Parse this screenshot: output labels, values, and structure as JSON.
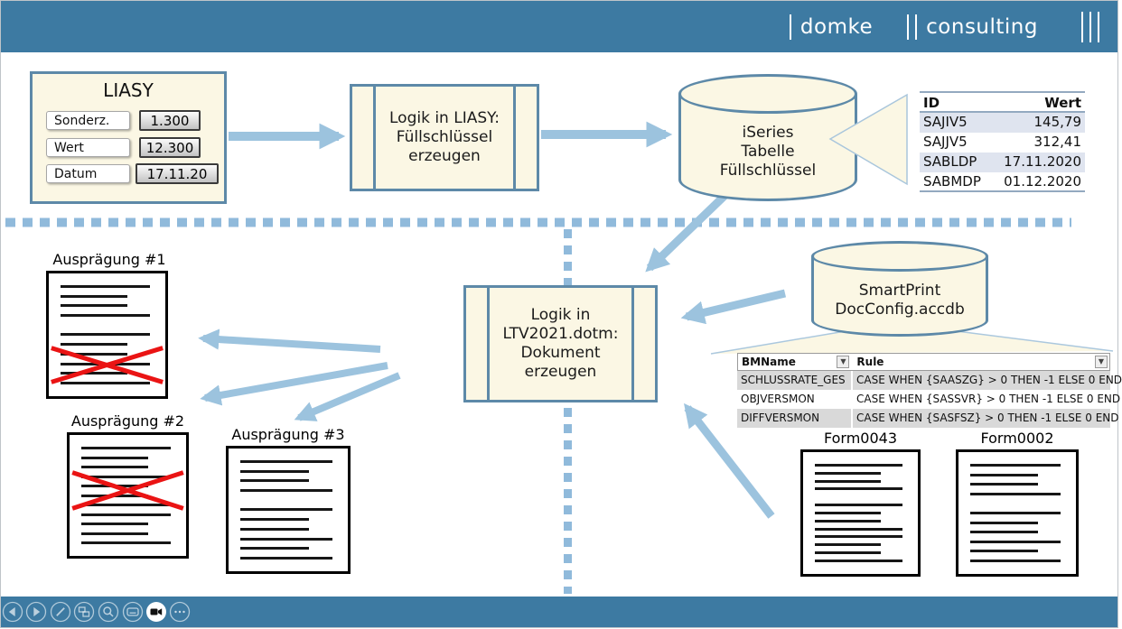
{
  "header": {
    "brand_word_1": "domke",
    "brand_word_2": "consulting"
  },
  "diagram": {
    "liasy": {
      "title": "LIASY",
      "fields": [
        {
          "label": "Sonderz.",
          "value": "1.300"
        },
        {
          "label": "Wert",
          "value": "12.300"
        },
        {
          "label": "Datum",
          "value": "17.11.20"
        }
      ]
    },
    "process_liasy": {
      "lines": [
        "Logik in LIASY:",
        "Füllschlüssel",
        "erzeugen"
      ]
    },
    "iseries_db": {
      "lines": [
        "iSeries",
        "Tabelle",
        "Füllschlüssel"
      ]
    },
    "fuellschluessel_table": {
      "columns": [
        "ID",
        "Wert"
      ],
      "rows": [
        [
          "SAJIV5",
          "145,79"
        ],
        [
          "SAJJV5",
          "312,41"
        ],
        [
          "SABLDP",
          "17.11.2020"
        ],
        [
          "SABMDP",
          "01.12.2020"
        ]
      ]
    },
    "process_ltv": {
      "lines": [
        "Logik in",
        "LTV2021.dotm:",
        "Dokument",
        "erzeugen"
      ]
    },
    "smartprint_db": {
      "lines": [
        "SmartPrint",
        "DocConfig.accdb"
      ]
    },
    "rules_table": {
      "columns": [
        "BMName",
        "Rule"
      ],
      "rows": [
        [
          "SCHLUSSRATE_GES",
          "CASE WHEN {SAASZG} > 0 THEN -1 ELSE 0 END"
        ],
        [
          "OBJVERSMON",
          "CASE WHEN {SASSVR} > 0 THEN -1 ELSE 0 END"
        ],
        [
          "DIFFVERSMON",
          "CASE WHEN {SASFSZ} > 0 THEN -1 ELSE 0 END"
        ]
      ]
    },
    "documents": [
      {
        "label": "Ausprägung #1",
        "line_widths": [
          96,
          72,
          72,
          96,
          0,
          96,
          72,
          72,
          96,
          72,
          96
        ],
        "cross": {
          "top_pct": 61,
          "height_pct": 28
        }
      },
      {
        "label": "Ausprägung #2",
        "line_widths": [
          96,
          72,
          72,
          96,
          72,
          72,
          96,
          96,
          72,
          72,
          96
        ],
        "cross": {
          "top_pct": 31,
          "height_pct": 30
        }
      },
      {
        "label": "Ausprägung #3",
        "line_widths": [
          96,
          72,
          72,
          96,
          0,
          96,
          72,
          72,
          96,
          72,
          96
        ],
        "cross": null
      },
      {
        "label": "Form0043",
        "line_widths": [
          96,
          72,
          72,
          96,
          0,
          96,
          72,
          72,
          96,
          96,
          72,
          72,
          96
        ],
        "cross": null
      },
      {
        "label": "Form0002",
        "line_widths": [
          96,
          72,
          72,
          96,
          0,
          96,
          72,
          72,
          96,
          72,
          96
        ],
        "cross": null
      }
    ]
  },
  "toolbar": {
    "icons": [
      "previous-slide",
      "next-slide",
      "pen",
      "slide-sorter",
      "zoom",
      "captions",
      "camera",
      "more-options"
    ]
  },
  "colors": {
    "bar_teal": "#3d7aa2",
    "arrow_blue": "#9cc3de",
    "dash_blue": "#90badb",
    "shape_fill": "#fbf7e4",
    "shape_border": "#5d89a8",
    "cross_red": "#ea1414",
    "alt_row_blue": "#dfe4ef",
    "alt_row_gray": "#d9d9d9"
  }
}
